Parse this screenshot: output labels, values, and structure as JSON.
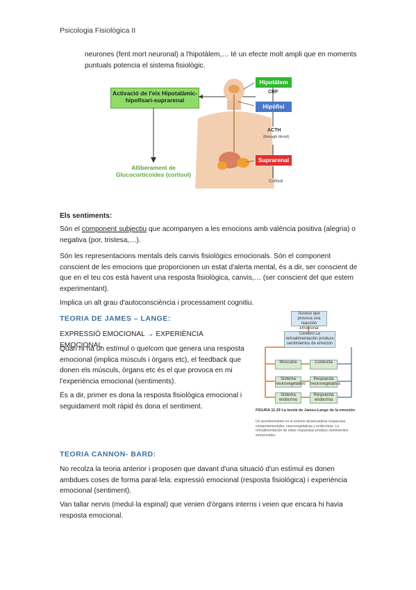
{
  "header": "Psicologia Fisiològica II",
  "intro": "neurones (fent mort neuronal) a l'hipotàlem,… té un efecte molt ampli que en moments puntuals potencia el sistema fisiològic.",
  "fig1": {
    "activacio": "Activació de l'eix Hipotalàmic-hipofisari-suprarenal",
    "alliberament": "Alliberament de Glucocorticoides (cortisol)",
    "hipotalem": "Hipotàlem",
    "crf": "CRF",
    "hipofisi": "Hipòfisi",
    "acth": "ACTH",
    "acth_sub": "(through blood)",
    "suprarenal": "Suprarenal",
    "cortisol": "Cortisol",
    "colors": {
      "green": "#2fb82f",
      "blue": "#4a78c8",
      "red": "#e03030",
      "lightgreen": "#8fdc6a"
    }
  },
  "sentiments": {
    "title": "Els sentiments:",
    "p1_pre": "Són el ",
    "p1_u": "component subjectiu",
    "p1_post": " que acompanyen a les emocions amb valència positiva (alegria) o negativa (por, tristesa,…).",
    "p2": "Són les representacions mentals dels canvis fisiològics emocionals. Són el component conscient de les emocions que proporcionen un estat d'alerta mental, és a dir, ser conscient de que en el teu cos està havent una resposta fisiològica, canvis,… (ser conscient del que estem experimentant).",
    "p3": "Implica un alt grau d'autoconsciència i processament cognitiu."
  },
  "james": {
    "title": "TEORIA DE JAMES – LANGE:",
    "flow": "EXPRESSIÓ EMOCIONAL → EXPERIÈNCIA EMOCIONAL",
    "p1": "Quan hi ha un estímul o quelcom que genera una resposta emocional  (implica músculs i òrgans etc), el feedback que donen els músculs, òrgans etc és el que provoca en mi l'experiència emocional (sentiments).",
    "p2": "És a dir, primer es dona la resposta fisiològica emocional i seguidament molt ràpid és dona el sentiment.",
    "fig": {
      "suceso": "Suceso que provoca una reacción emocional",
      "cerebro": "Cerebro La retroalimentación produce sentimientos de emoción",
      "musculos": "Músculos",
      "conducta": "Conducta",
      "sistema_neuro": "Sistema neurovegetativo",
      "respuesta_neuro": "Respuesta neurovegetativa",
      "sistema_endo": "Sistema endocrino",
      "respuesta_endo": "Respuesta endocrina",
      "caption_title": "FIGURA 11.29  La teoría de James-Lange de la emoción",
      "caption": "Un acontecimiento en el entorno desencadena respuestas comportamentales, neurovegetativas y endocrinas. La retroalimentación de estas respuestas produce sentimientos emocionales."
    }
  },
  "cannon": {
    "title": "TEORIA CANNON- BARD:",
    "p1": "No recolza la teoria anterior i proposen que davant d'una situació d'un estímul es donen ambdues coses de forma paral·lela: expressió emocional (resposta fisiològica) i experiència emocional (sentiment).",
    "p2": "Van tallar nervis (medul·la espinal) que venien d'òrgans interns i veien que encara hi havia resposta emocional."
  }
}
